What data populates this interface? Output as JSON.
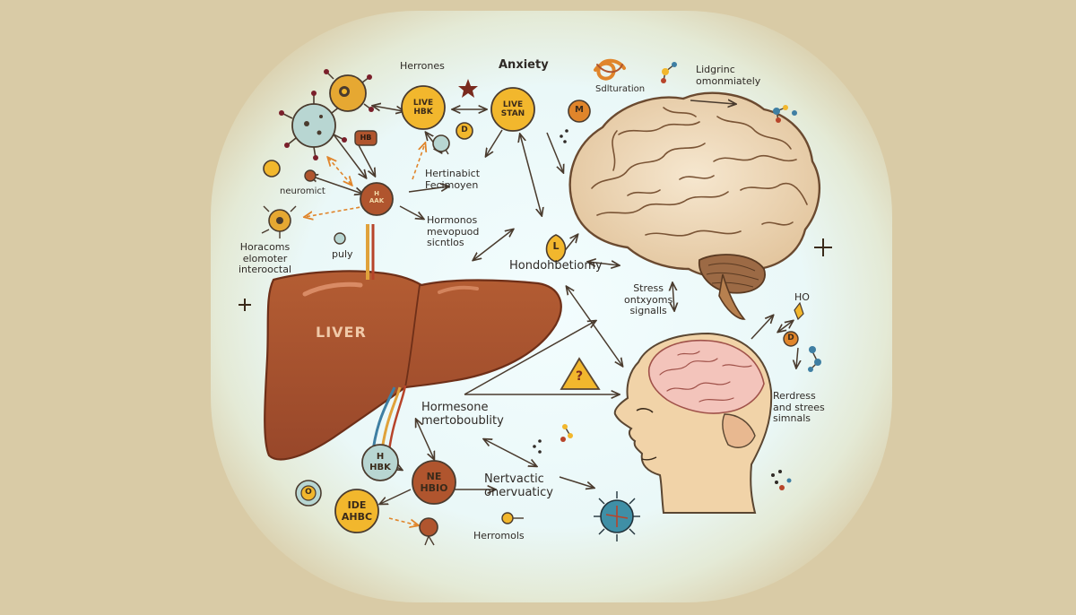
{
  "colors": {
    "background": "#d9cba6",
    "vignette": "#eefbfd",
    "liver": "#a5502b",
    "brain": "#f1dcc0",
    "brain_stroke": "#6b4a30",
    "yellow_node": "#f2b72d",
    "brown_node": "#b0552e",
    "teal_node": "#b8d6d2",
    "skin": "#f1d3a8",
    "arrow": "#4a3b2e",
    "orange_arrow": "#e0852b"
  },
  "labels": {
    "hormones_top": "Herrones",
    "anxiety": "Anxiety",
    "saturation": "Sdlturation",
    "lidgrine": "Lidgrinc\nomonmiately",
    "neuromict": "neuromict",
    "hertinabict": "Hertinabict\nFecimoyen",
    "hormonos": "Hormonos\nmevopuod\nsicntlos",
    "horacoms": "Horacoms\nelomoter\ninterooctal",
    "puly": "puly",
    "hondohbetiomy": "Hondohbetiomy",
    "stress": "Stress\nontxyoms\nsignalls",
    "hormesone": "Hormesone\nmertoboublity",
    "nertvactic": "Nertvactic\nonervuaticy",
    "herromols": "Herromols",
    "rerdress": "Rerdress\nand strees\nsimnals",
    "ho": "HO"
  },
  "nodes": {
    "live_1": "LIVE\nHBK",
    "live_2": "LIVE\nSTAN",
    "m_badge": "M",
    "d_badge": "D",
    "l_badge": "L",
    "brown_center": "H\nAAK",
    "brown_small": "HB",
    "teal_bottom": "H\nHBK",
    "ne_node": "NE\nHBIO",
    "ide_node": "IDE\nAHBC",
    "d_right": "D",
    "o_small": "O",
    "warning": "?"
  },
  "organs": {
    "liver_label": "LIVER"
  },
  "icons": [
    "virus-cell-icon",
    "brain-icon",
    "head-profile-icon",
    "liver-icon",
    "warning-triangle-icon",
    "star-icon",
    "plus-icon",
    "molecule-icon",
    "dna-knot-icon"
  ]
}
